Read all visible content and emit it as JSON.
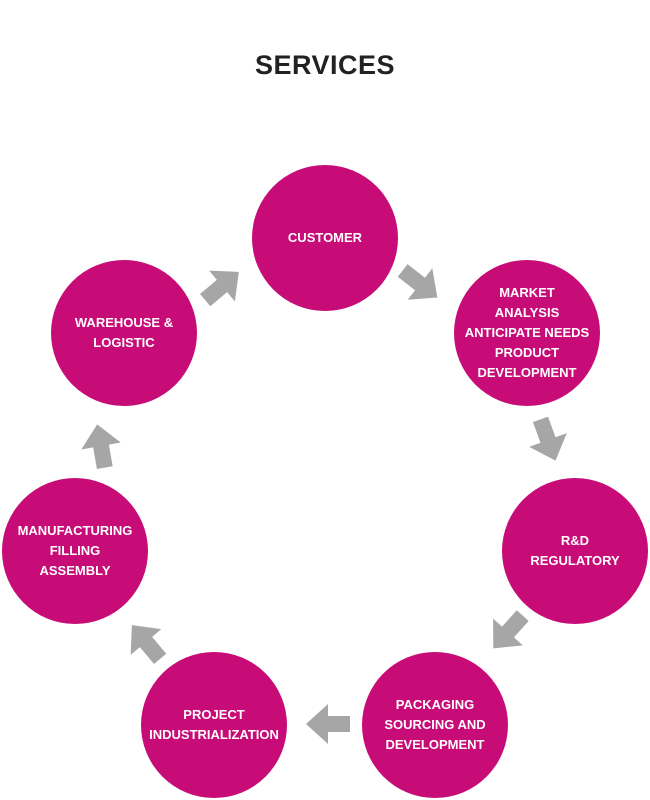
{
  "title": "SERVICES",
  "colors": {
    "node_fill": "#c70b77",
    "arrow_fill": "#a6a6a6",
    "title_text": "#222222"
  },
  "nodes": [
    {
      "label": "CUSTOMER"
    },
    {
      "label": "MARKET\nANALYSIS\nANTICIPATE NEEDS\nPRODUCT\nDEVELOPMENT"
    },
    {
      "label": "R&D\nREGULATORY"
    },
    {
      "label": "PACKAGING\nSOURCING AND\nDEVELOPMENT"
    },
    {
      "label": "PROJECT\nINDUSTRIALIZATION"
    },
    {
      "label": "MANUFACTURING\nFILLING\nASSEMBLY"
    },
    {
      "label": "WAREHOUSE &\nLOGISTIC"
    }
  ]
}
